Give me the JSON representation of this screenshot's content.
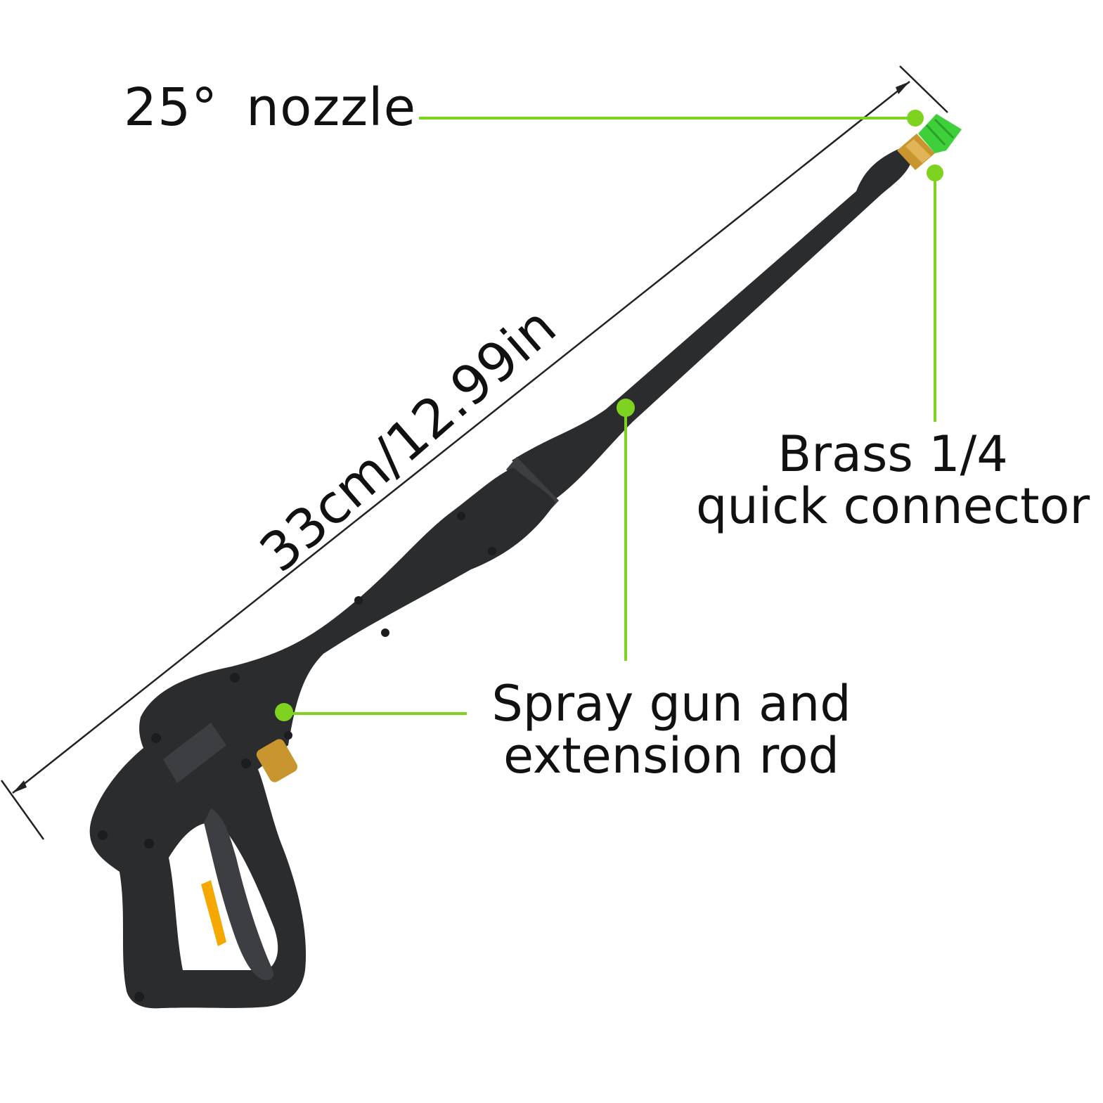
{
  "labels": {
    "nozzle_angle": "25°",
    "nozzle": "nozzle",
    "connector_line1": "Brass 1/4",
    "connector_line2": "quick connector",
    "gun_line1": "Spray gun and",
    "gun_line2": "extension rod",
    "dimension": "33cm/12.99in"
  },
  "colors": {
    "callout": "#7ed321",
    "gun_body": "#2b2c2e",
    "gun_highlight": "#3d3e41",
    "trigger_accent": "#f5a800",
    "brass": "#c8952e",
    "nozzle_tip": "#3fcf3a",
    "dimension_line": "#222222",
    "text": "#111111"
  }
}
